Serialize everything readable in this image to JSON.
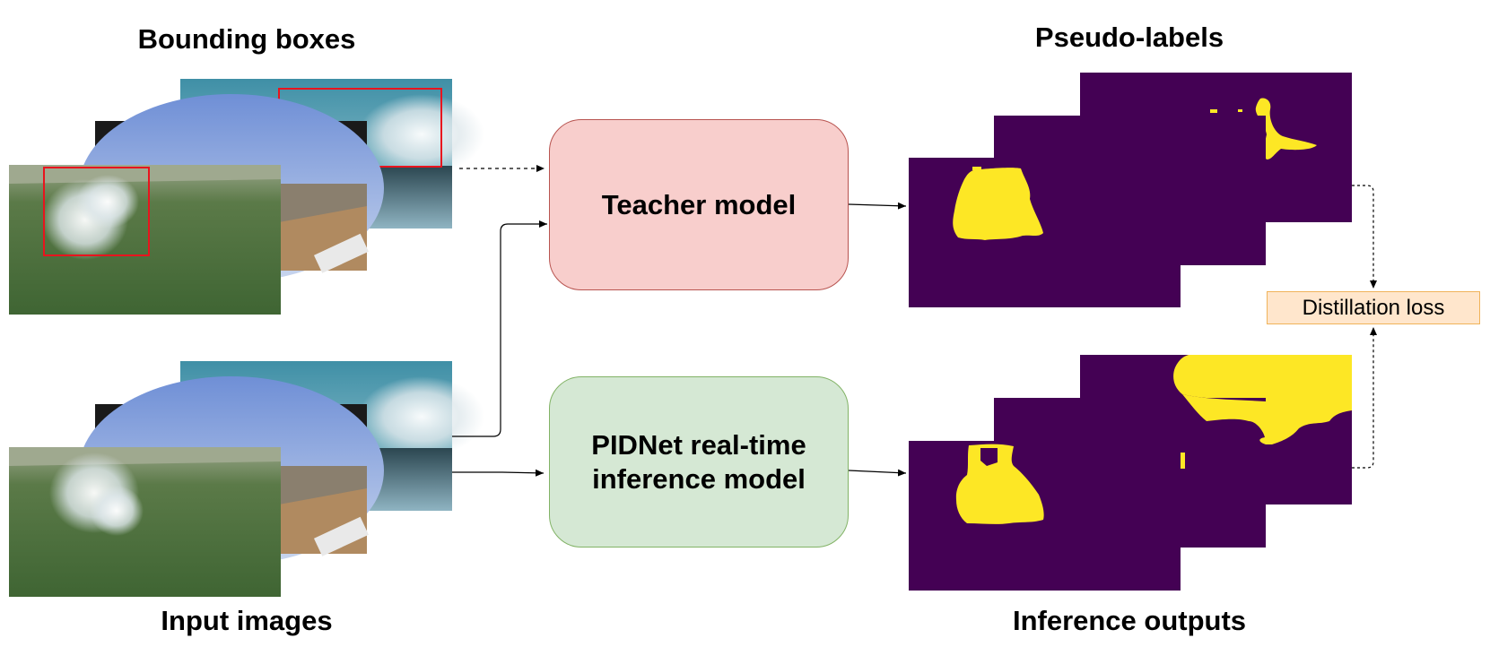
{
  "headings": {
    "bounding_boxes": "Bounding boxes",
    "pseudo_labels": "Pseudo-labels",
    "input_images": "Input images",
    "inference_outputs": "Inference outputs"
  },
  "models": {
    "teacher": "Teacher model",
    "student": "PIDNet real-time\ninference model"
  },
  "loss": "Distillation loss",
  "colors": {
    "teacher_fill": "#f8cecc",
    "teacher_border": "#b85450",
    "student_fill": "#d5e8d4",
    "student_border": "#82b366",
    "loss_fill": "#ffe6cc",
    "mask_background": "#440154",
    "mask_foreground": "#fde725",
    "bounding_box": "#e8141e"
  }
}
